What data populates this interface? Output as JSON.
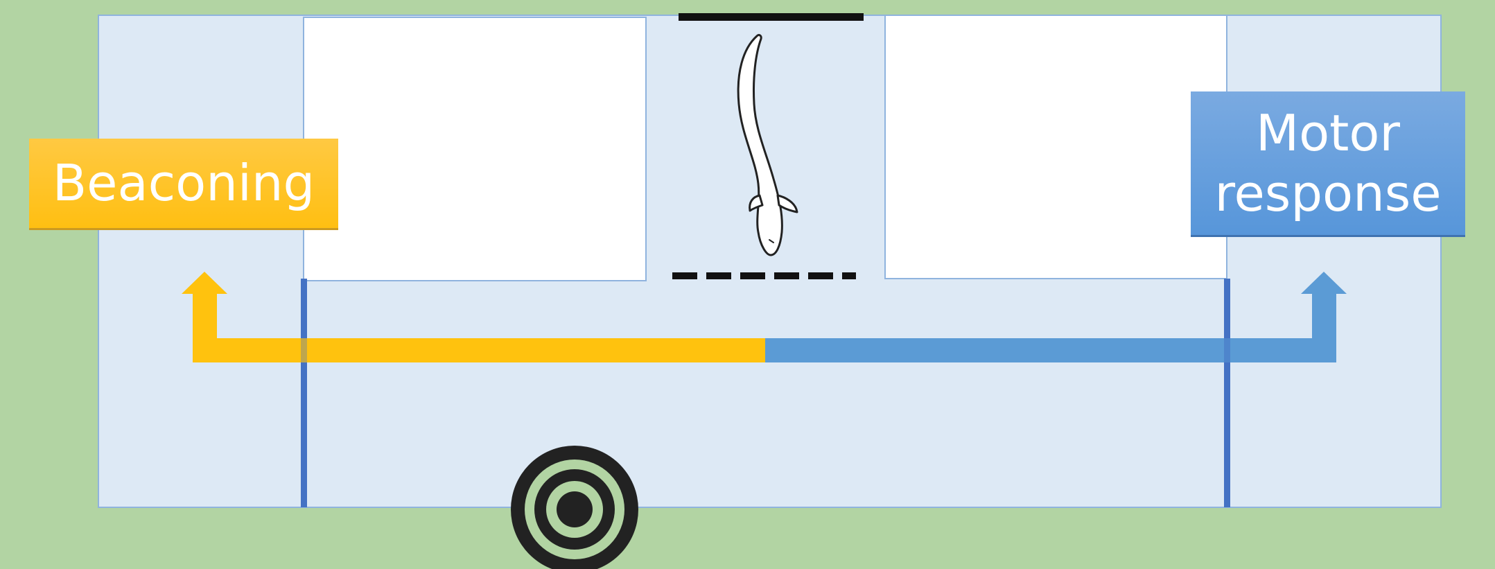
{
  "labels": {
    "beaconing": "Beaconing",
    "motor_response_line1": "Motor",
    "motor_response_line2": "response"
  },
  "colors": {
    "background": "#b2d4a3",
    "arena": "#dde9f5",
    "arena_border": "#8fb3de",
    "beaconing": "#ffc20e",
    "motor_response": "#5b9bd5",
    "divider": "#4472c4",
    "target": "#222222"
  },
  "icons": {
    "animal": "zebrafish-larva-icon",
    "target": "bullseye-target-icon"
  }
}
